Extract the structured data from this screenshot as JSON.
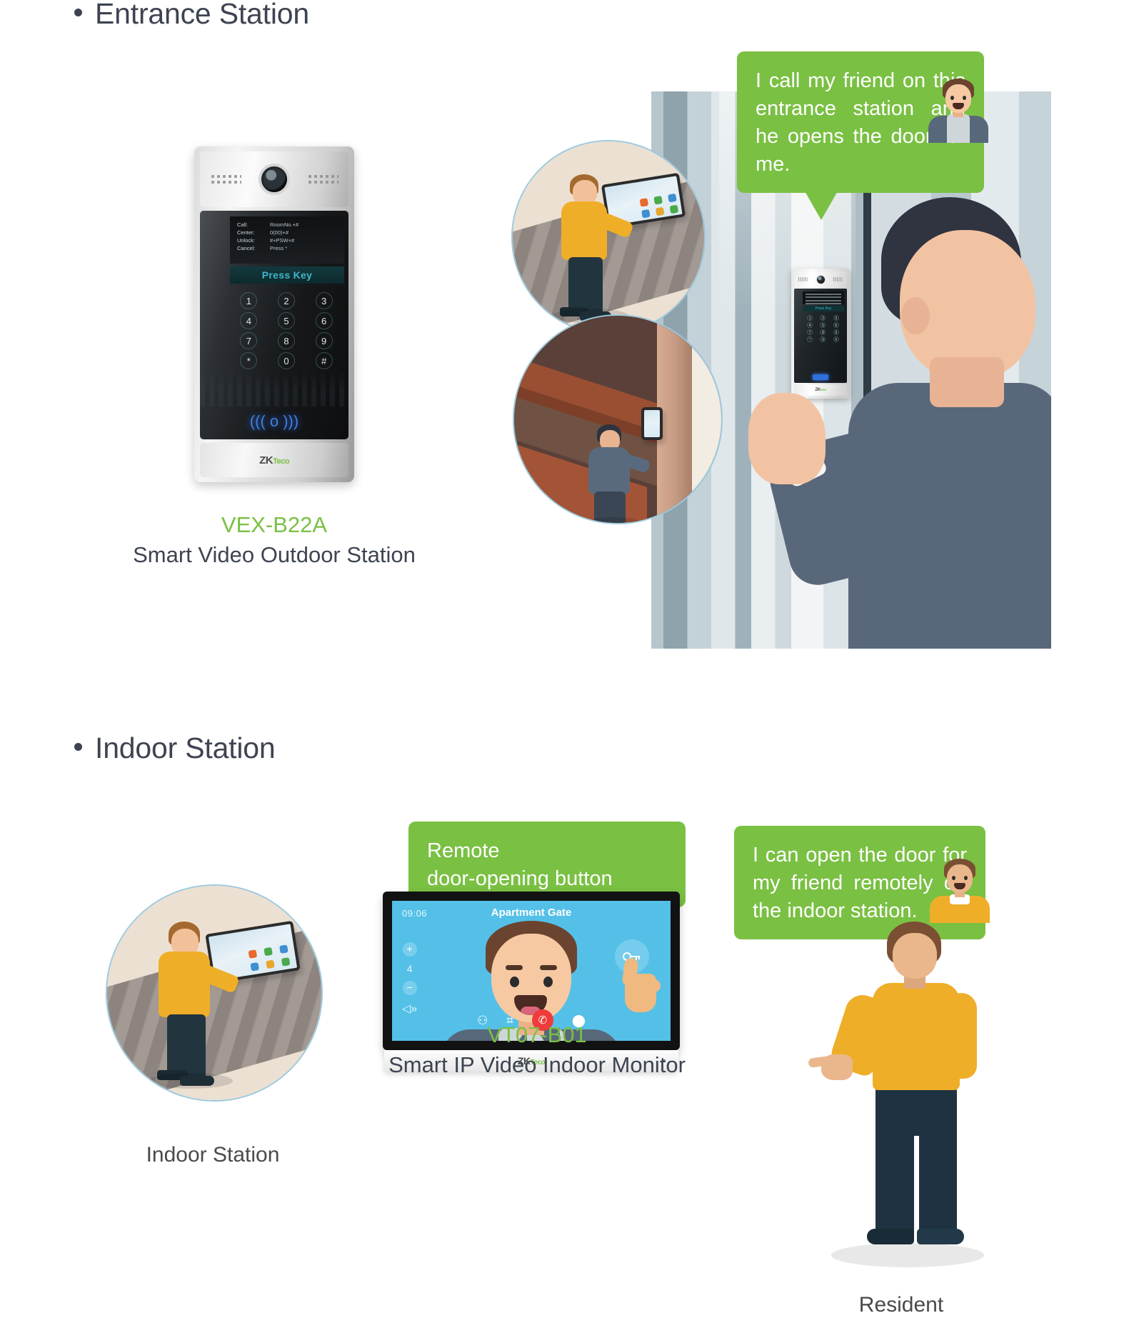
{
  "colors": {
    "brand_green": "#7ac043",
    "heading_gray": "#3d4451",
    "screen_blue": "#54c0e8",
    "hangup_red": "#ef3b3b",
    "bubble_text": "#ffffff"
  },
  "sections": {
    "entrance": {
      "heading": "Entrance Station",
      "bullet": "•"
    },
    "indoor": {
      "heading": "Indoor Station",
      "bullet": "•"
    }
  },
  "products": {
    "outdoor": {
      "model": "VEX-B22A",
      "description": "Smart Video Outdoor Station",
      "brand": "ZK",
      "brand_suffix": "Teco",
      "lcd_lines": [
        {
          "label": "Call:",
          "value": "RoomNo.+#"
        },
        {
          "label": "Center:",
          "value": "0(00)+#"
        },
        {
          "label": "Unlock:",
          "value": "#+PSW+#"
        },
        {
          "label": "Cancel:",
          "value": "Press *"
        }
      ],
      "press_key_label": "Press Key",
      "keypad": [
        "1",
        "2",
        "3",
        "4",
        "5",
        "6",
        "7",
        "8",
        "9",
        "*",
        "0",
        "#"
      ],
      "rfid_icon": "((( o )))"
    },
    "indoor": {
      "model": "VT07-B01",
      "description": "Smart IP Video Indoor Monitor",
      "brand": "ZK",
      "brand_suffix": "Teco",
      "screen": {
        "time": "09:06",
        "title": "Apartment Gate",
        "volume_up": "+",
        "volume_level": "4",
        "volume_down": "−",
        "speaker_icon": "◁»",
        "unlock_icon": "key-icon",
        "actions": [
          {
            "name": "add-contact",
            "glyph": "⚇"
          },
          {
            "name": "keypad",
            "glyph": "⌗"
          },
          {
            "name": "hangup",
            "glyph": "✆"
          },
          {
            "name": "mic",
            "glyph": "⬤"
          }
        ]
      }
    }
  },
  "bubbles": {
    "entrance_visitor": "I call my friend on this entrance station and he opens the door for me.",
    "remote_button": {
      "line1": "Remote",
      "line2": "door-opening button"
    },
    "indoor_resident": "I can open the door for my friend remotely on the indoor station."
  },
  "captions": {
    "indoor_illustration": "Indoor Station",
    "resident": "Resident"
  }
}
